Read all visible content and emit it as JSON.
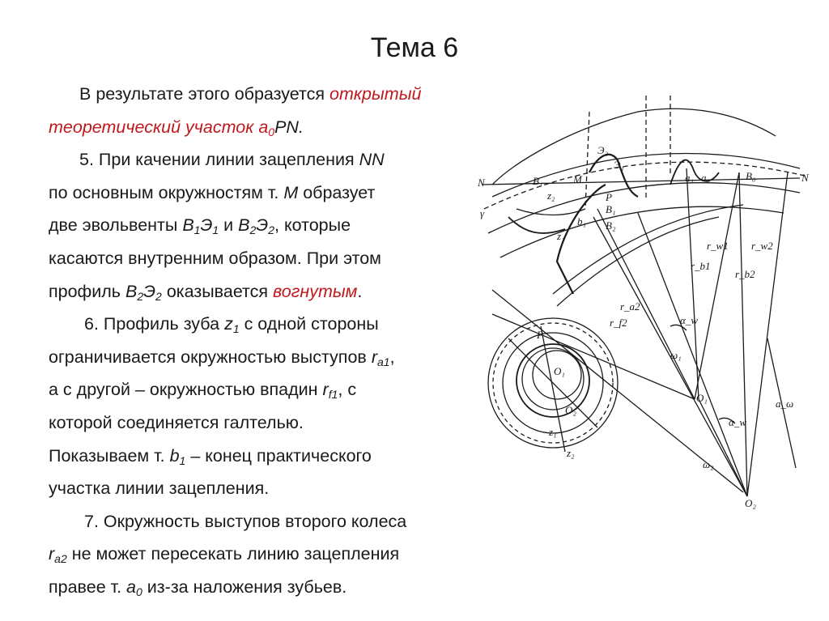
{
  "slide": {
    "title": "Тема 6"
  },
  "body": {
    "p1_a": "В результате этого образуется ",
    "p1_b": "открытый",
    "p1_c": "теоретический участок a",
    "p1_c_sub": "0",
    "p1_d": "PN.",
    "p2_a": "5. При качении линии зацепления ",
    "p2_b": "NN",
    "p2_c": "по  основным окружностям т. ",
    "p2_d": "M",
    "p2_e": " образует",
    "p2_f": "две эвольвенты ",
    "p2_g": "B",
    "p2_g_sub": "1",
    "p2_h": "Э",
    "p2_h_sub": "1",
    "p2_i": " и ",
    "p2_j": "B",
    "p2_j_sub": "2",
    "p2_k": "Э",
    "p2_k_sub": "2",
    "p2_l": ", которые",
    "p2_m": "касаются внутренним образом. При этом",
    "p2_n": "профиль ",
    "p2_o": "B",
    "p2_o_sub": "2",
    "p2_p": "Э",
    "p2_p_sub": "2",
    "p2_q": " оказывается ",
    "p2_r": "вогнутым",
    "p2_s": ".",
    "p3_a": "6. Профиль зуба ",
    "p3_b": "z",
    "p3_b_sub": "1",
    "p3_c": " с одной стороны",
    "p3_d": "ограничивается окружностью выступов ",
    "p3_e": "r",
    "p3_e_sub": "a1",
    "p3_f": ",",
    "p3_g": "а с другой – окружностью впадин ",
    "p3_h": "r",
    "p3_h_sub": "f1",
    "p3_i": ", с",
    "p3_j": "которой соединяется галтелью.",
    "p3_k": "Показываем т. ",
    "p3_l": "b",
    "p3_l_sub": "1",
    "p3_m": " – конец практического",
    "p3_n": "участка линии зацепления.",
    "p4_a": "7. Окружность выступов второго колеса",
    "p4_b": "r",
    "p4_b_sub": "a2",
    "p4_c": " не может пересекать линию зацепления",
    "p4_d": "правее т. ",
    "p4_e": "a",
    "p4_e_sub": "0",
    "p4_f": " из-за наложения зубьев."
  },
  "figure": {
    "labels": {
      "N_left": "N",
      "N_right": "N",
      "B1": "B₁",
      "M": "M",
      "a1": "a₁",
      "a0": "a₀",
      "B0": "B₀",
      "z2_top": "z₂",
      "z1_top": "z₁",
      "E2": "Э₂",
      "E1": "Э₁",
      "P": "P",
      "B1b": "B₁",
      "B2": "B₂",
      "b1": "b₁",
      "gamma": "γ",
      "rb1": "r_b1",
      "rw1": "r_w1",
      "rw2": "r_w2",
      "ra2": "r_a2",
      "rf2": "r_f2",
      "rb2": "r_b2",
      "alpha_w": "α_w",
      "omega1": "ω₁",
      "O1": "O₁",
      "aw": "a_ω",
      "alpha_w2": "α_w",
      "omega2": "ω₂",
      "O2": "O₂",
      "P_small": "P",
      "O1_small": "O₁",
      "O2_small": "O₂",
      "z1_small": "z₁",
      "z2_small": "z₂"
    },
    "colors": {
      "ink": "#1a1a1a",
      "accent": "#c0181c"
    }
  }
}
